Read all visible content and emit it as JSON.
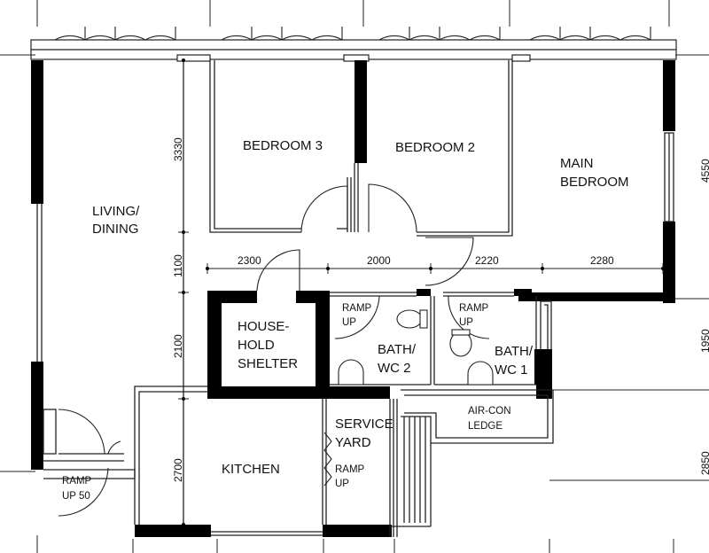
{
  "rooms": {
    "living_l1": "LIVING/",
    "living_l2": "DINING",
    "bedroom3": "BEDROOM 3",
    "bedroom2": "BEDROOM 2",
    "main_l1": "MAIN",
    "main_l2": "BEDROOM",
    "shelter_l1": "HOUSE-",
    "shelter_l2": "HOLD",
    "shelter_l3": "SHELTER",
    "bath2_l1": "BATH/",
    "bath2_l2": "WC 2",
    "bath1_l1": "BATH/",
    "bath1_l2": "WC 1",
    "kitchen": "KITCHEN",
    "service_l1": "SERVICE",
    "service_l2": "YARD",
    "aircon_l1": "AIR-CON",
    "aircon_l2": "LEDGE"
  },
  "ramps": {
    "bath2_l1": "RAMP",
    "bath2_l2": "UP",
    "bath1_l1": "RAMP",
    "bath1_l2": "UP",
    "yard_l1": "RAMP",
    "yard_l2": "UP",
    "entry_l1": "RAMP",
    "entry_l2": "UP 50"
  },
  "dimensions": {
    "w1": "2300",
    "w2": "2000",
    "w3": "2220",
    "w4": "2280",
    "h1": "3330",
    "h2": "1100",
    "h3": "2100",
    "h4": "2700",
    "r1": "4550",
    "r2": "1950",
    "r3": "2850"
  }
}
